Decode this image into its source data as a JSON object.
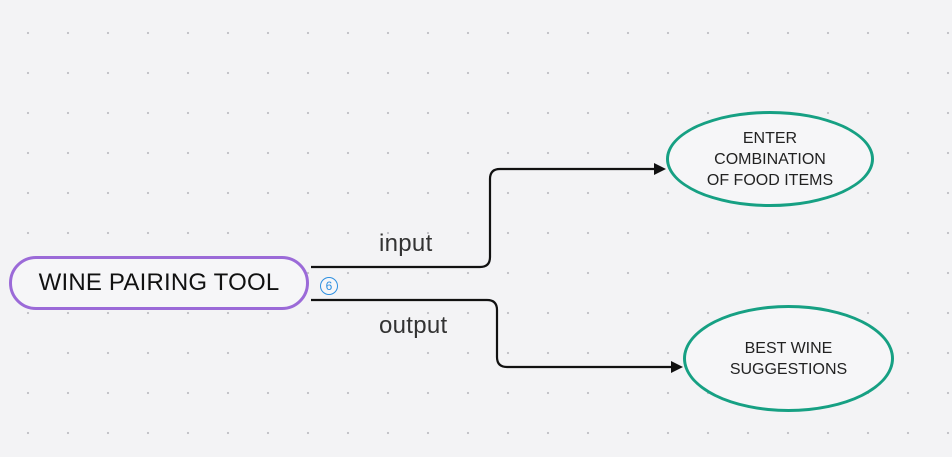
{
  "diagram": {
    "type": "mind-map",
    "root": {
      "label": "WINE PAIRING TOOL",
      "badge": "6",
      "border_color": "#9b6ad8"
    },
    "edges": [
      {
        "label": "input",
        "target": "input_node"
      },
      {
        "label": "output",
        "target": "output_node"
      }
    ],
    "input_node": {
      "lines": [
        "ENTER",
        "COMBINATION",
        "OF FOOD ITEMS"
      ],
      "border_color": "#16a083"
    },
    "output_node": {
      "lines": [
        "BEST WINE",
        "SUGGESTIONS"
      ],
      "border_color": "#16a083"
    },
    "connector_color": "#111111",
    "badge_color": "#2d8fe0"
  }
}
